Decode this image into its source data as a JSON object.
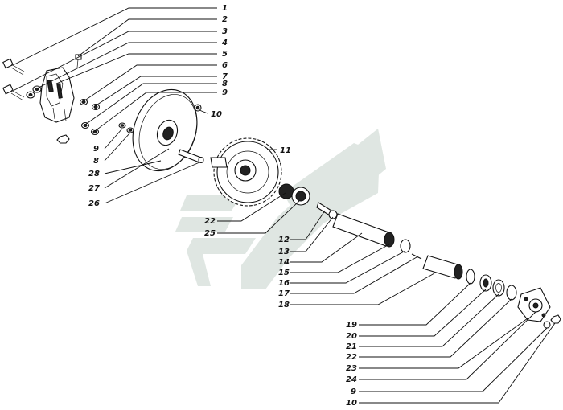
{
  "callouts": [
    {
      "id": "c1",
      "label": "1"
    },
    {
      "id": "c2",
      "label": "2"
    },
    {
      "id": "c3",
      "label": "3"
    },
    {
      "id": "c4",
      "label": "4"
    },
    {
      "id": "c5",
      "label": "5"
    },
    {
      "id": "c6",
      "label": "6"
    },
    {
      "id": "c7",
      "label": "7"
    },
    {
      "id": "c8a",
      "label": "8"
    },
    {
      "id": "c9a",
      "label": "9"
    },
    {
      "id": "c10a",
      "label": "10"
    },
    {
      "id": "c11",
      "label": "11"
    },
    {
      "id": "c9b",
      "label": "9"
    },
    {
      "id": "c8b",
      "label": "8"
    },
    {
      "id": "c28",
      "label": "28"
    },
    {
      "id": "c27",
      "label": "27"
    },
    {
      "id": "c26",
      "label": "26"
    },
    {
      "id": "c22a",
      "label": "22"
    },
    {
      "id": "c25",
      "label": "25"
    },
    {
      "id": "c12",
      "label": "12"
    },
    {
      "id": "c13",
      "label": "13"
    },
    {
      "id": "c14",
      "label": "14"
    },
    {
      "id": "c15",
      "label": "15"
    },
    {
      "id": "c16",
      "label": "16"
    },
    {
      "id": "c17",
      "label": "17"
    },
    {
      "id": "c18",
      "label": "18"
    },
    {
      "id": "c19",
      "label": "19"
    },
    {
      "id": "c20",
      "label": "20"
    },
    {
      "id": "c21",
      "label": "21"
    },
    {
      "id": "c22b",
      "label": "22"
    },
    {
      "id": "c23",
      "label": "23"
    },
    {
      "id": "c24",
      "label": "24"
    },
    {
      "id": "c9c",
      "label": "9"
    },
    {
      "id": "c10b",
      "label": "10"
    }
  ],
  "watermark_color": "#dfe6e2"
}
